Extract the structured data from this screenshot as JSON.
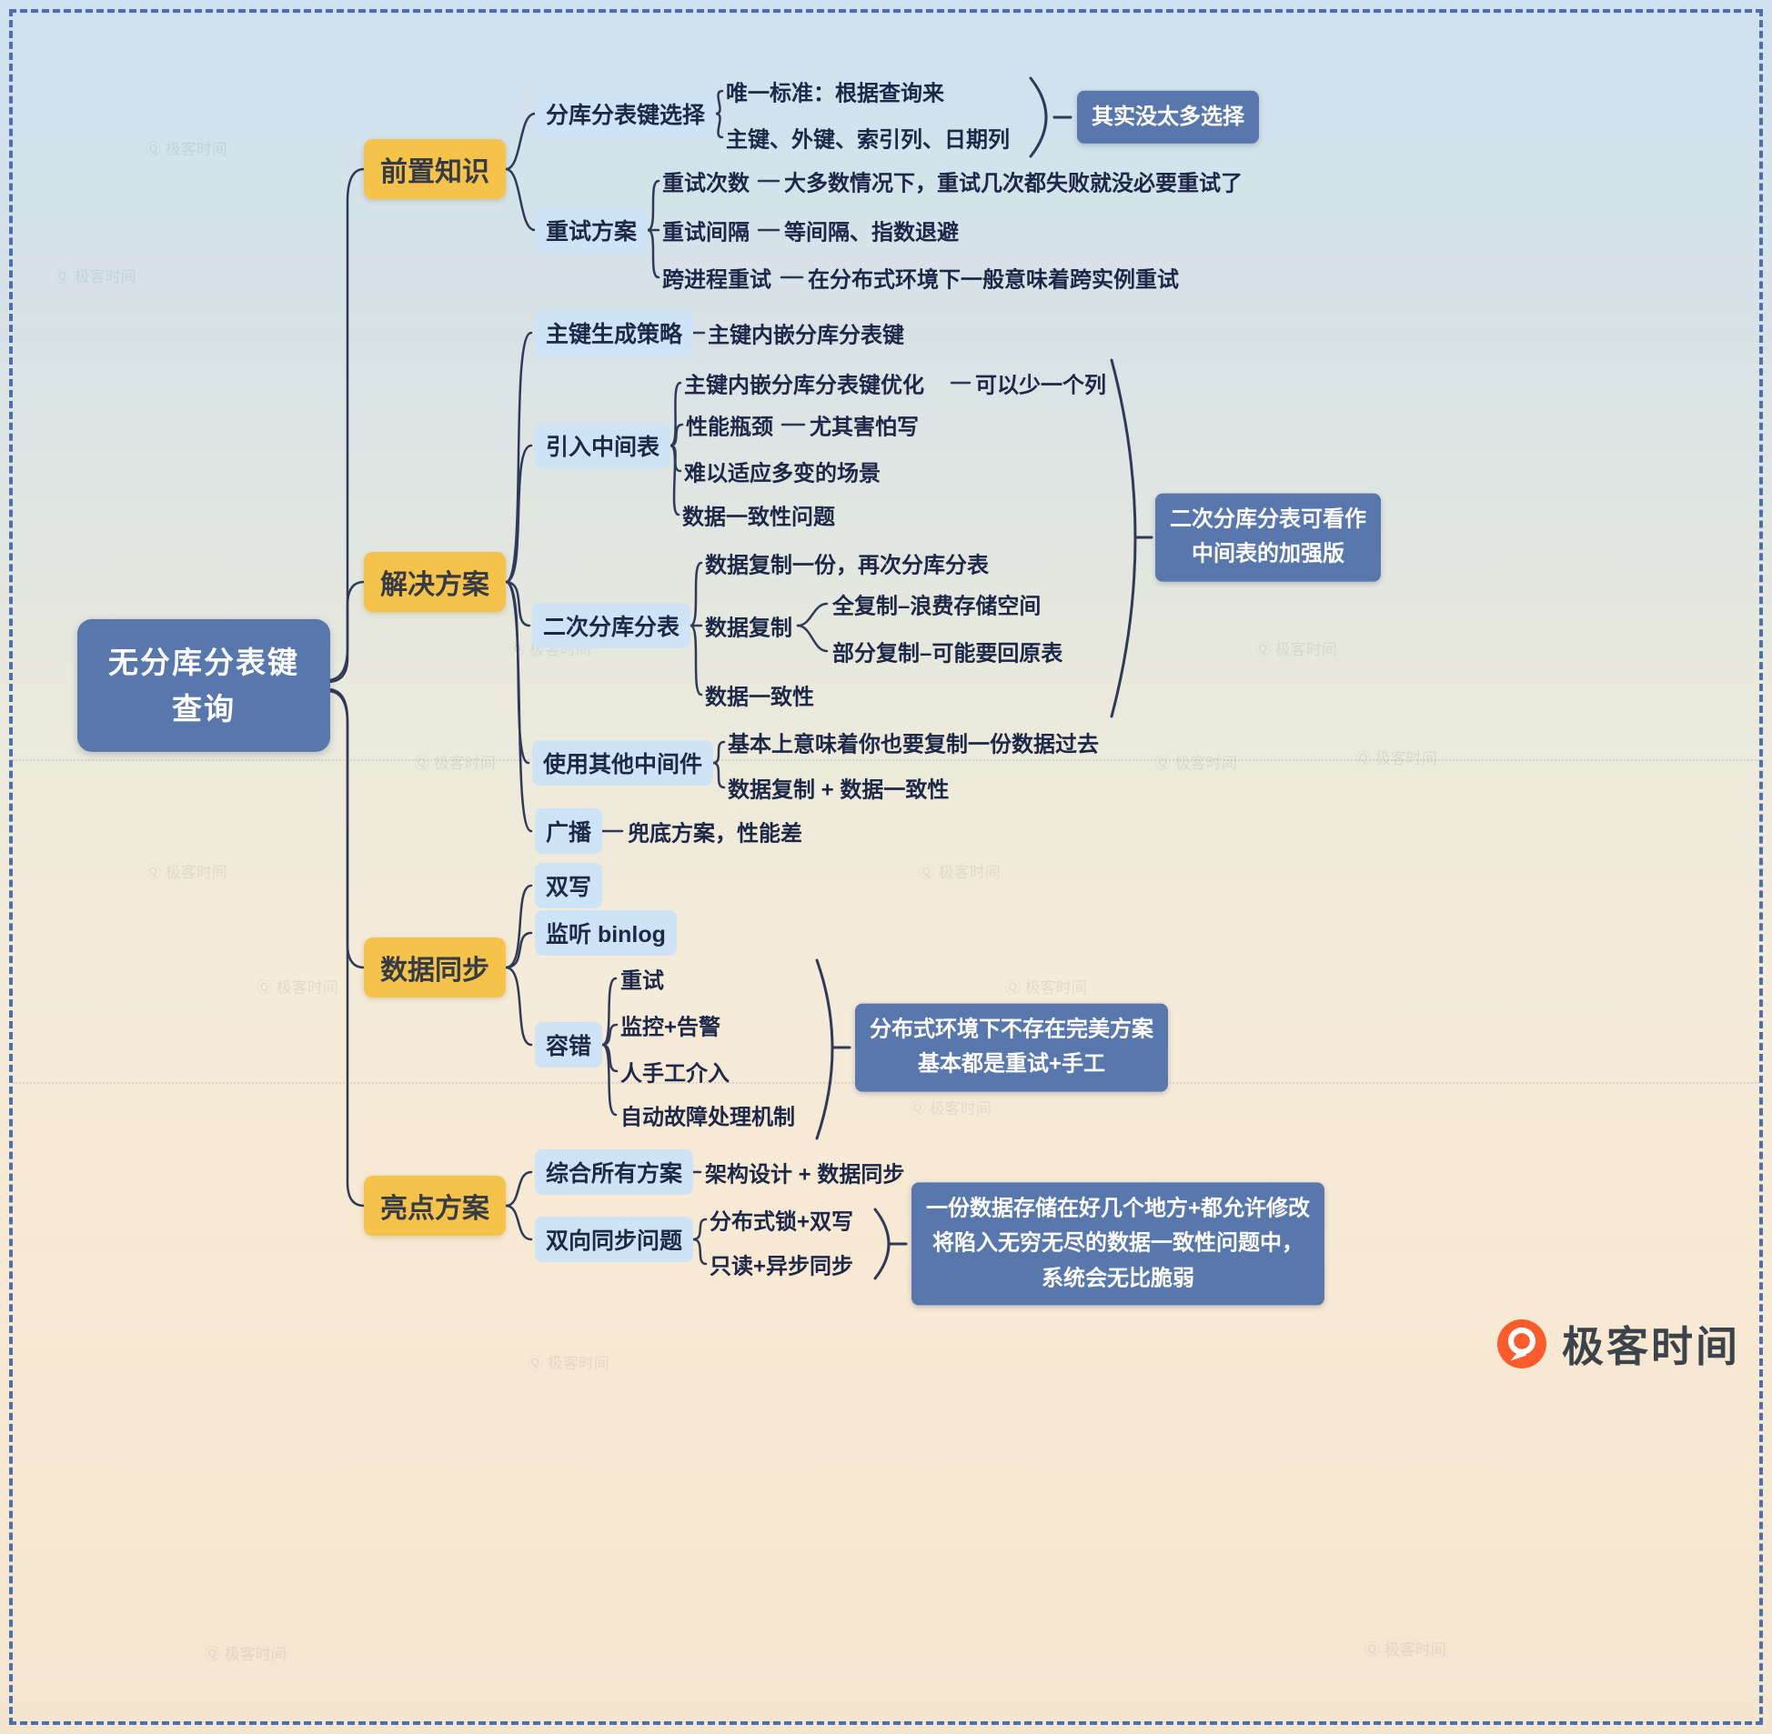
{
  "root": {
    "label": "无分库分表键\n查询"
  },
  "prerequisites": {
    "label": "前置知识",
    "sharding_key": {
      "label": "分库分表键选择",
      "criterion": "唯一标准：根据查询来",
      "candidates": "主键、外键、索引列、日期列",
      "callout": "其实没太多选择"
    },
    "retry": {
      "label": "重试方案",
      "count_label": "重试次数",
      "count_note": "大多数情况下，重试几次都失败就没必要重试了",
      "interval_label": "重试间隔",
      "interval_note": "等间隔、指数退避",
      "cross_label": "跨进程重试",
      "cross_note": "在分布式环境下一般意味着跨实例重试"
    }
  },
  "solutions": {
    "label": "解决方案",
    "pk_strategy": {
      "label": "主键生成策略",
      "note": "主键内嵌分库分表键"
    },
    "intermediate_table": {
      "label": "引入中间表",
      "pk_embed_opt": "主键内嵌分库分表键优化",
      "pk_embed_opt_note": "可以少一个列",
      "perf_label": "性能瓶颈",
      "perf_note": "尤其害怕写",
      "adapt": "难以适应多变的场景",
      "consistency": "数据一致性问题"
    },
    "secondary_sharding": {
      "label": "二次分库分表",
      "copy_then_shard": "数据复制一份，再次分库分表",
      "replication_label": "数据复制",
      "full_copy": "全复制–浪费存储空间",
      "partial_copy": "部分复制–可能要回原表",
      "consistency": "数据一致性",
      "callout": "二次分库分表可看作\n中间表的加强版"
    },
    "other_middleware": {
      "label": "使用其他中间件",
      "note1": "基本上意味着你也要复制一份数据过去",
      "note2": "数据复制 + 数据一致性"
    },
    "broadcast": {
      "label": "广播",
      "note": "兜底方案，性能差"
    }
  },
  "data_sync": {
    "label": "数据同步",
    "double_write": "双写",
    "binlog": "监听 binlog",
    "fault_tolerance": {
      "label": "容错",
      "retry": "重试",
      "monitor": "监控+告警",
      "manual": "人手工介入",
      "auto": "自动故障处理机制",
      "callout": "分布式环境下不存在完美方案\n基本都是重试+手工"
    }
  },
  "highlights": {
    "label": "亮点方案",
    "combine": {
      "label": "综合所有方案",
      "note": "架构设计 + 数据同步"
    },
    "bidirectional": {
      "label": "双向同步问题",
      "lock_write": "分布式锁+双写",
      "readonly_async": "只读+异步同步",
      "callout": "一份数据存储在好几个地方+都允许修改\n将陷入无穷无尽的数据一致性问题中，\n系统会无比脆弱"
    }
  },
  "branding": {
    "logo_text": "极客时间"
  },
  "watermark_text": "Ⓠ 极客时间"
}
